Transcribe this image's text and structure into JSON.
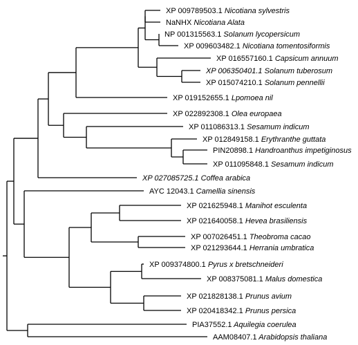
{
  "tree": {
    "line_color": "#000000",
    "leaves": [
      {
        "id": "L1",
        "accession": "XP 009789503.1",
        "species": "Nicotiana sylvestris",
        "acc_italic": false
      },
      {
        "id": "L2",
        "accession": "NaNHX",
        "species": "Nicotiana Alata",
        "acc_italic": false
      },
      {
        "id": "L3",
        "accession": "NP 001315563.1",
        "species": "Solanum lycopersicum",
        "acc_italic": false
      },
      {
        "id": "L4",
        "accession": "XP 009603482.1",
        "species": "Nicotiana tomentosiformis",
        "acc_italic": false
      },
      {
        "id": "L5",
        "accession": "XP 016557160.1",
        "species": "Capsicum annuum",
        "acc_italic": false
      },
      {
        "id": "L6",
        "accession": "XP 006350401.1",
        "species": "Solanum tuberosum",
        "acc_italic": true
      },
      {
        "id": "L7",
        "accession": "XP 015074210.1",
        "species": "Solanum pennellii",
        "acc_italic": false
      },
      {
        "id": "L8",
        "accession": "XP 019152655.1",
        "species": "Lpomoea nil",
        "acc_italic": false
      },
      {
        "id": "L9",
        "accession": "XP 022892308.1",
        "species": "Olea europaea",
        "acc_italic": false
      },
      {
        "id": "L10",
        "accession": "XP 011086313.1",
        "species": "Sesamum indicum",
        "acc_italic": false
      },
      {
        "id": "L11",
        "accession": "XP 012849158.1",
        "species": "Erythranthe guttata",
        "acc_italic": false
      },
      {
        "id": "L12",
        "accession": "PIN20898.1",
        "species": "Handroanthus impetiginosus",
        "acc_italic": false
      },
      {
        "id": "L13",
        "accession": "XP 011095848.1",
        "species": "Sesamum indicum",
        "acc_italic": false
      },
      {
        "id": "L14",
        "accession": "XP 027085725.1",
        "species": "Coffea arabica",
        "acc_italic": true
      },
      {
        "id": "L15",
        "accession": "AYC 12043.1",
        "species": "Camellia sinensis",
        "acc_italic": false
      },
      {
        "id": "L16",
        "accession": "XP 021625948.1",
        "species": "Manihot esculenta",
        "acc_italic": false
      },
      {
        "id": "L17",
        "accession": "XP 021640058.1",
        "species": "Hevea brasiliensis",
        "acc_italic": false
      },
      {
        "id": "L18",
        "accession": "XP 007026451.1",
        "species": "Theobroma cacao",
        "acc_italic": false
      },
      {
        "id": "L19",
        "accession": "XP 021293644.1",
        "species": "Herrania umbratica",
        "acc_italic": false
      },
      {
        "id": "L20",
        "accession": "XP 009374800.1",
        "species": "Pyrus x bretschneideri",
        "acc_italic": false
      },
      {
        "id": "L21",
        "accession": "XP 008375081.1",
        "species": "Malus domestica",
        "acc_italic": false
      },
      {
        "id": "L22",
        "accession": "XP 021828138.1",
        "species": "Prunus avium",
        "acc_italic": false
      },
      {
        "id": "L23",
        "accession": "XP 020418342.1",
        "species": "Prunus persica",
        "acc_italic": false
      },
      {
        "id": "L24",
        "accession": "PIA37552.1",
        "species": "Aquilegia coerulea",
        "acc_italic": false
      },
      {
        "id": "L25",
        "accession": "AAM08407.1",
        "species": "Arabidopsis thaliana",
        "acc_italic": false
      }
    ],
    "topology": [
      "L1",
      "L2",
      "L3",
      "L4",
      "L5",
      "L6",
      "L7",
      "L8",
      "L9",
      "L10",
      "L11",
      "L12",
      "L13",
      "L14",
      "L15",
      "L16",
      "L17",
      "L18",
      "L19",
      "L20",
      "L21",
      "L22",
      "L23",
      "L24",
      "L25"
    ]
  }
}
